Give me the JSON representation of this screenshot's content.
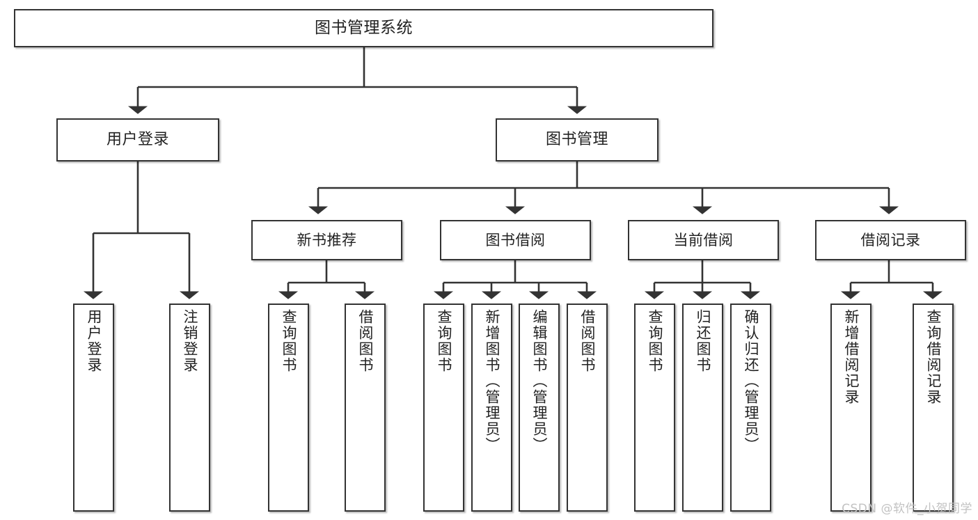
{
  "diagram": {
    "title": "图书管理系统",
    "type": "tree-hierarchy-diagram",
    "root": {
      "label": "图书管理系统"
    },
    "level2": [
      {
        "label": "用户登录"
      },
      {
        "label": "图书管理"
      }
    ],
    "level3": [
      {
        "label": "新书推荐"
      },
      {
        "label": "图书借阅"
      },
      {
        "label": "当前借阅"
      },
      {
        "label": "借阅记录"
      }
    ],
    "leaves": {
      "user_login": [
        {
          "label": "用户登录"
        },
        {
          "label": "注销登录"
        }
      ],
      "new_book_recommend": [
        {
          "label": "查询图书"
        },
        {
          "label": "借阅图书"
        }
      ],
      "book_borrow": [
        {
          "label": "查询图书"
        },
        {
          "label": "新增图书（管理员）"
        },
        {
          "label": "编辑图书（管理员）"
        },
        {
          "label": "借阅图书"
        }
      ],
      "current_borrow": [
        {
          "label": "查询图书"
        },
        {
          "label": "归还图书"
        },
        {
          "label": "确认归还（管理员）"
        }
      ],
      "borrow_record": [
        {
          "label": "新增借阅记录"
        },
        {
          "label": "查询借阅记录"
        }
      ]
    }
  },
  "watermark": {
    "text": "CSDN @软件_小贺同学"
  },
  "colors": {
    "border": "#333333",
    "text": "#222222",
    "background": "#ffffff",
    "watermark": "#c2c2c2"
  }
}
